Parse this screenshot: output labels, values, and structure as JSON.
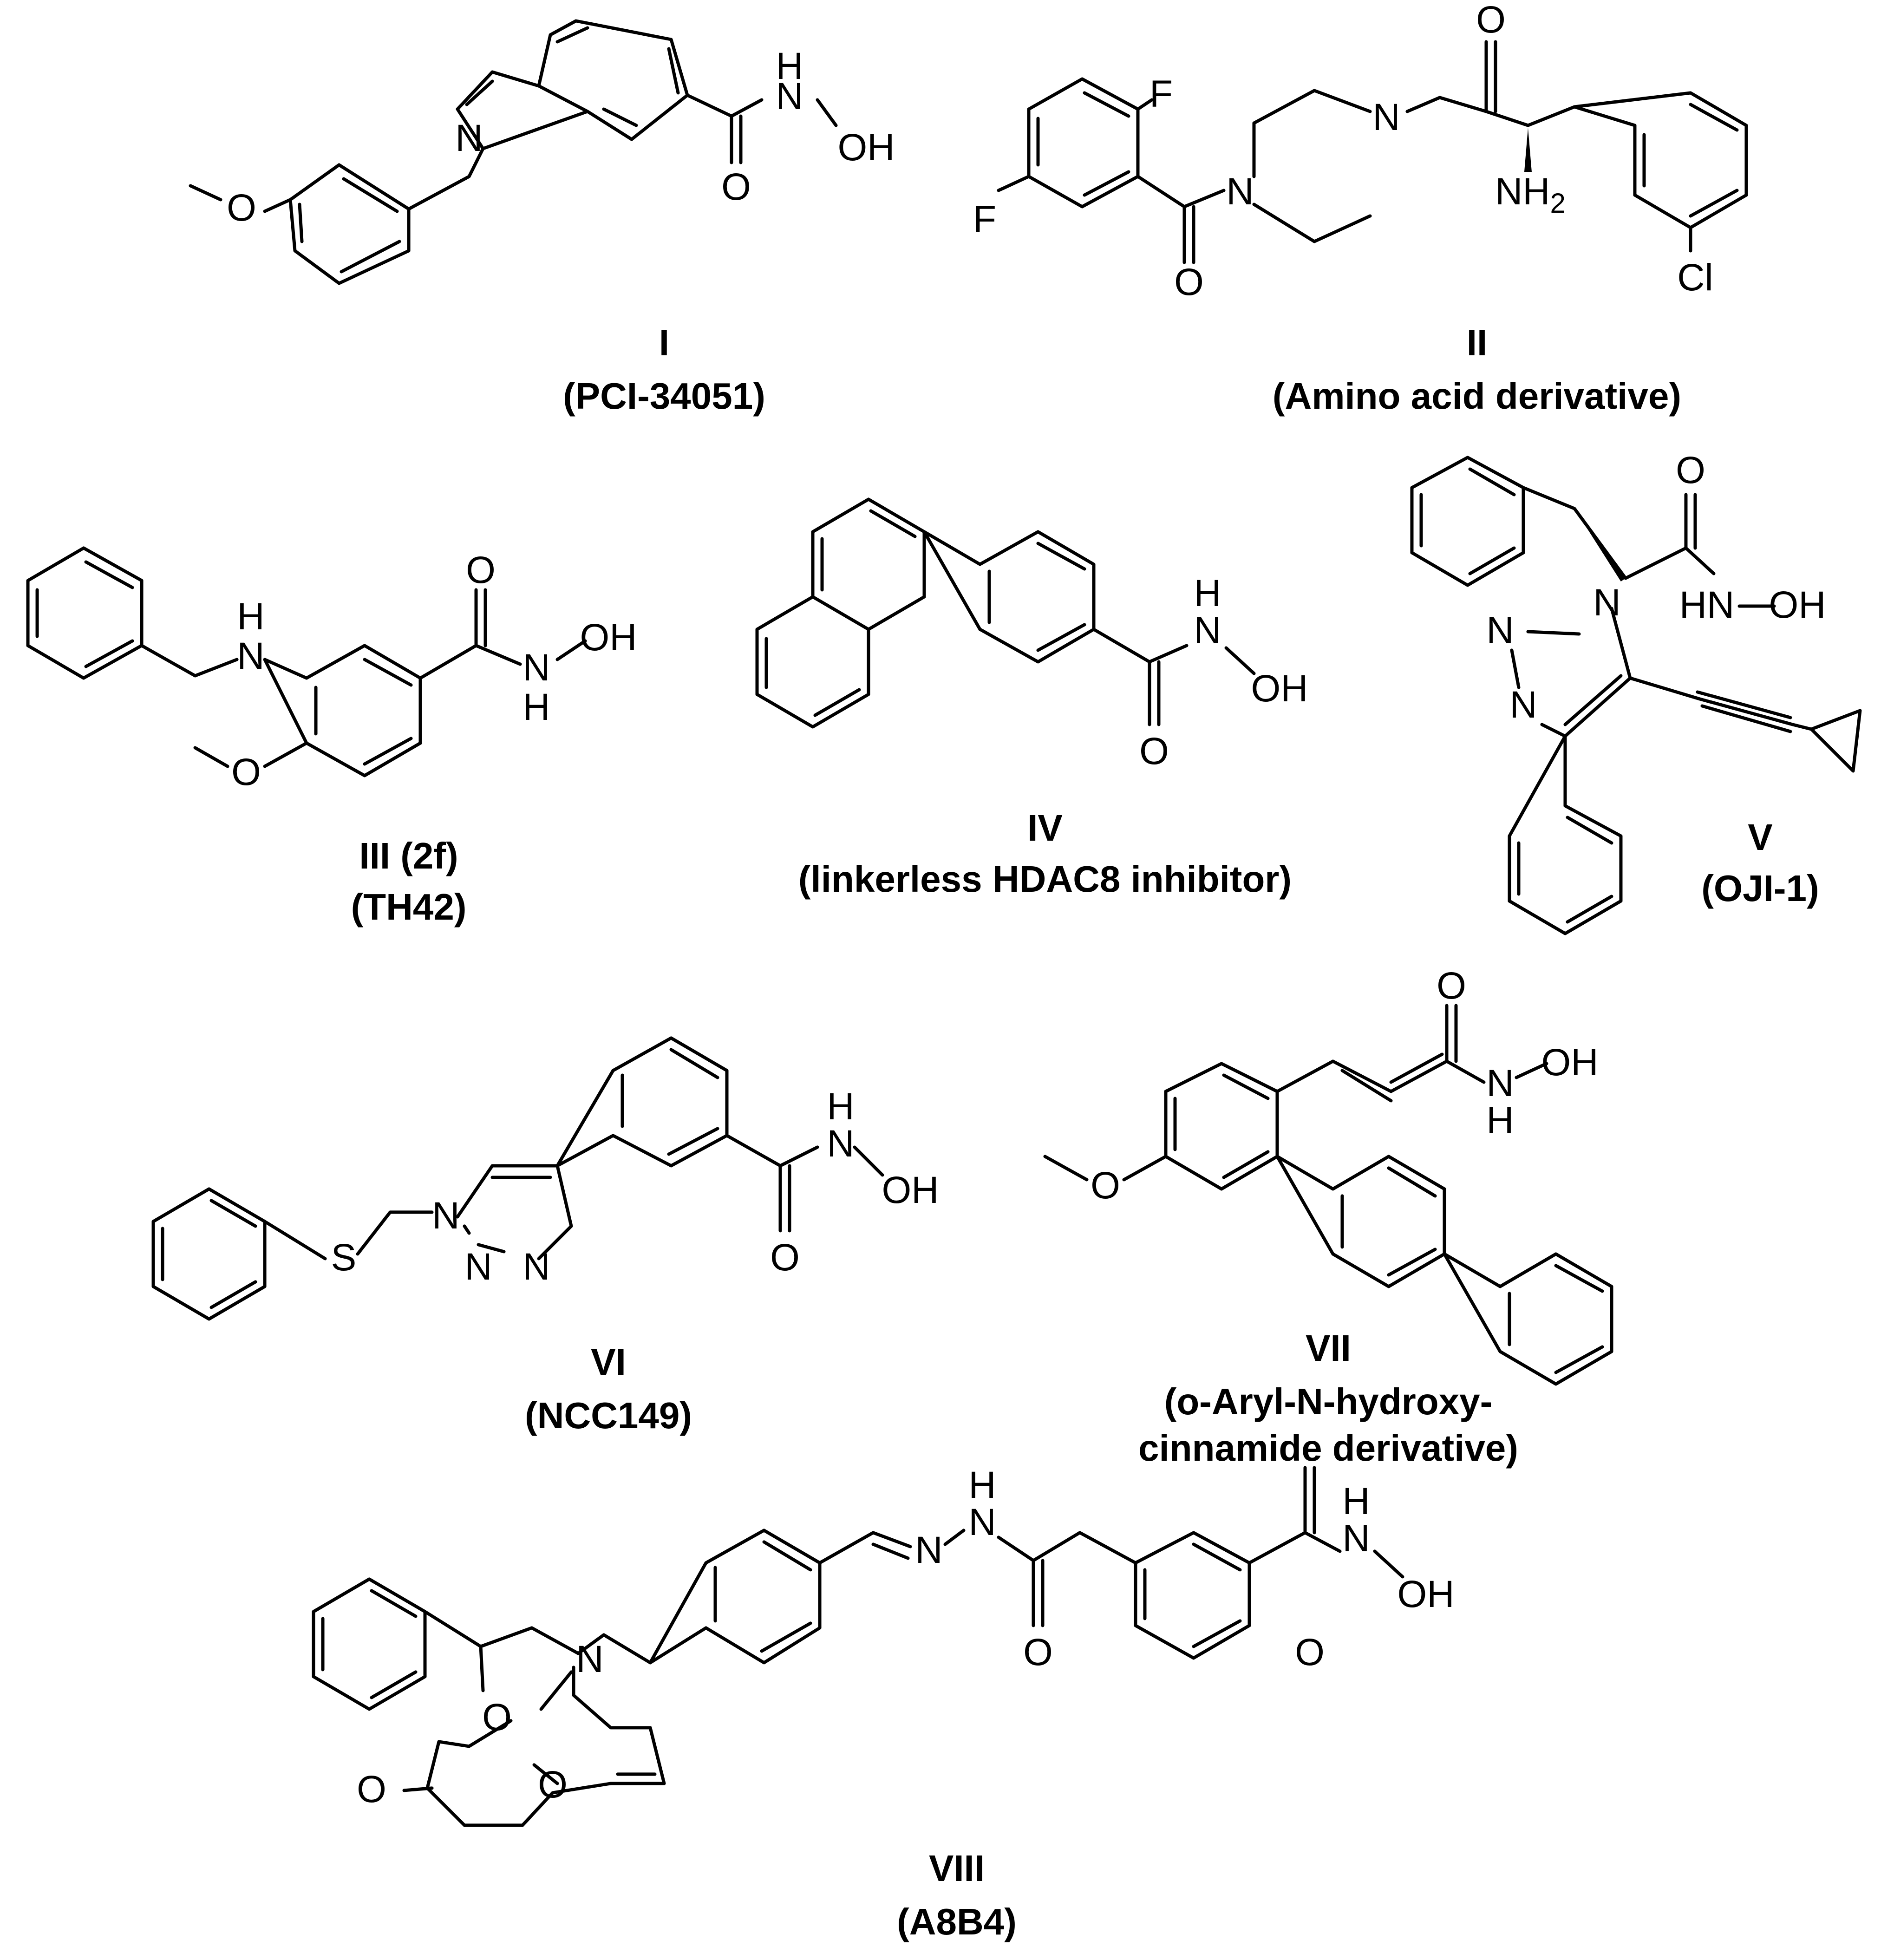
{
  "compounds": [
    {
      "numeral": "I",
      "name": "(PCI-34051)"
    },
    {
      "numeral": "II",
      "name": "(Amino acid derivative)"
    },
    {
      "numeral": "III (2f)",
      "name": "(TH42)"
    },
    {
      "numeral": "IV",
      "name": "(linkerless HDAC8 inhibitor)"
    },
    {
      "numeral": "V",
      "name": "(OJI-1)"
    },
    {
      "numeral": "VI",
      "name": "(NCC149)"
    },
    {
      "numeral": "VII",
      "name_lines": [
        "(o-Aryl-N-hydroxy-",
        "cinnamide derivative)"
      ]
    },
    {
      "numeral": "VIII",
      "name": "(A8B4)"
    }
  ],
  "atoms": {
    "n": "N",
    "h": "H",
    "o": "O",
    "oh": "OH",
    "f": "F",
    "cl": "Cl",
    "s": "S",
    "nh2": "NH",
    "nh2_sub": "2",
    "hn": "HN"
  },
  "colors": {
    "ink": "#000000",
    "background": "#ffffff"
  }
}
